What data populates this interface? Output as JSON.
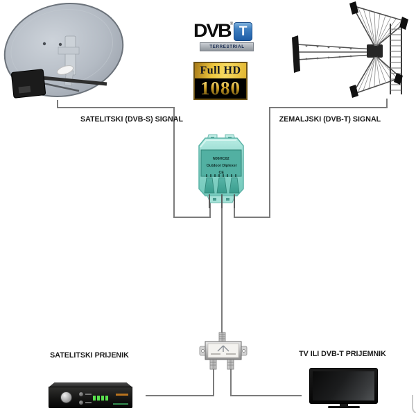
{
  "labels": {
    "satellite_signal": "SATELITSKI (DVB-S) SIGNAL",
    "terrestrial_signal": "ZEMALJSKI (DVB-T) SIGNAL",
    "satellite_receiver": "SATELITSKI PRIJENIK",
    "tv_receiver": "TV ILI DVB-T PRIJEMNIK"
  },
  "logos": {
    "dvbt": {
      "brand": "DVB",
      "registered": "®",
      "letter": "T",
      "subtitle": "TERRESTRIAL",
      "square_color": "#2a64ac"
    },
    "fullhd": {
      "line1": "Full HD",
      "line2": "1080",
      "gold_color": "#e3b83a",
      "background": "#000000"
    }
  },
  "diplexer": {
    "model": "N06HC02",
    "type_label": "Outdoor Diplexer",
    "ce_mark": "CE",
    "body_color": "#8fd8cc"
  },
  "colors": {
    "wire": "#7b7b7b",
    "label_text": "#1a1a1a"
  }
}
